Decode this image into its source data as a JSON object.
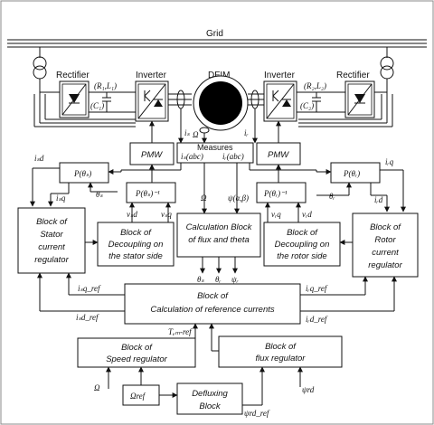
{
  "labels": {
    "grid": "Grid",
    "rectifier_left": "Rectifier",
    "inverter_left": "Inverter",
    "dfim": "DFIM",
    "inverter_right": "Inverter",
    "rectifier_right": "Rectifier",
    "rl_left": "(R₁,L₁)",
    "c_left": "(C₁)",
    "rl_right": "(R₂,L₂)",
    "c_right": "(C₂)",
    "pmw_left": "PMW",
    "pmw_right": "PMW",
    "measures": "Measures",
    "omega_top": "Ω",
    "is": "iₛ",
    "ir": "iᵣ",
    "isabc": "iₛ(abc)",
    "irabc": "iᵣ(abc)",
    "isd": "iₛd",
    "isq": "iₛq",
    "ird": "iᵣd",
    "irq": "iᵣq",
    "theta_s_in": "θₛ",
    "theta_r_in": "θᵣ",
    "p_theta_s": "P(θₛ)",
    "p_theta_s_inv": "P(θₛ)⁻¹",
    "p_theta_r": "P(θᵣ)",
    "p_theta_r_inv": "P(θᵣ)⁻¹",
    "vsd": "vₛd",
    "vsq": "vₛq",
    "vrq": "vᵣq",
    "vrd": "vᵣd",
    "omega_mid": "Ω",
    "psi_ab": "ψ(α,β)",
    "theta_s_out": "θₛ",
    "theta_r_out": "θᵣ",
    "psi_r_out": "ψᵣ",
    "isq_ref": "iₛq_ref",
    "isd_ref": "iₛd_ref",
    "irq_ref": "iᵣq_ref",
    "ird_ref": "iᵣd_ref",
    "tem_ref": "Tₑₘ-ref",
    "omega_in": "Ω",
    "omega_ref": "Ωref",
    "psi_rd_ref": "ψrd_ref",
    "psi_rd": "ψrd"
  },
  "blocks": {
    "stator_reg": [
      "Block of",
      "Stator",
      "current",
      "regulator"
    ],
    "decoup_stator": [
      "Block of",
      "Decoupling on",
      "the stator side"
    ],
    "calc_flux": [
      "Calculation Block",
      "of flux and theta"
    ],
    "decoup_rotor": [
      "Block of",
      "Decoupling on",
      "the rotor side"
    ],
    "rotor_reg": [
      "Block of",
      "Rotor",
      "current",
      "regulator"
    ],
    "ref_currents": [
      "Block of",
      "Calculation of reference currents"
    ],
    "speed_reg": [
      "Block of",
      "Speed regulator"
    ],
    "flux_reg": [
      "Block of",
      "flux regulator"
    ],
    "defluxing": [
      "Defluxing",
      "Block"
    ]
  }
}
